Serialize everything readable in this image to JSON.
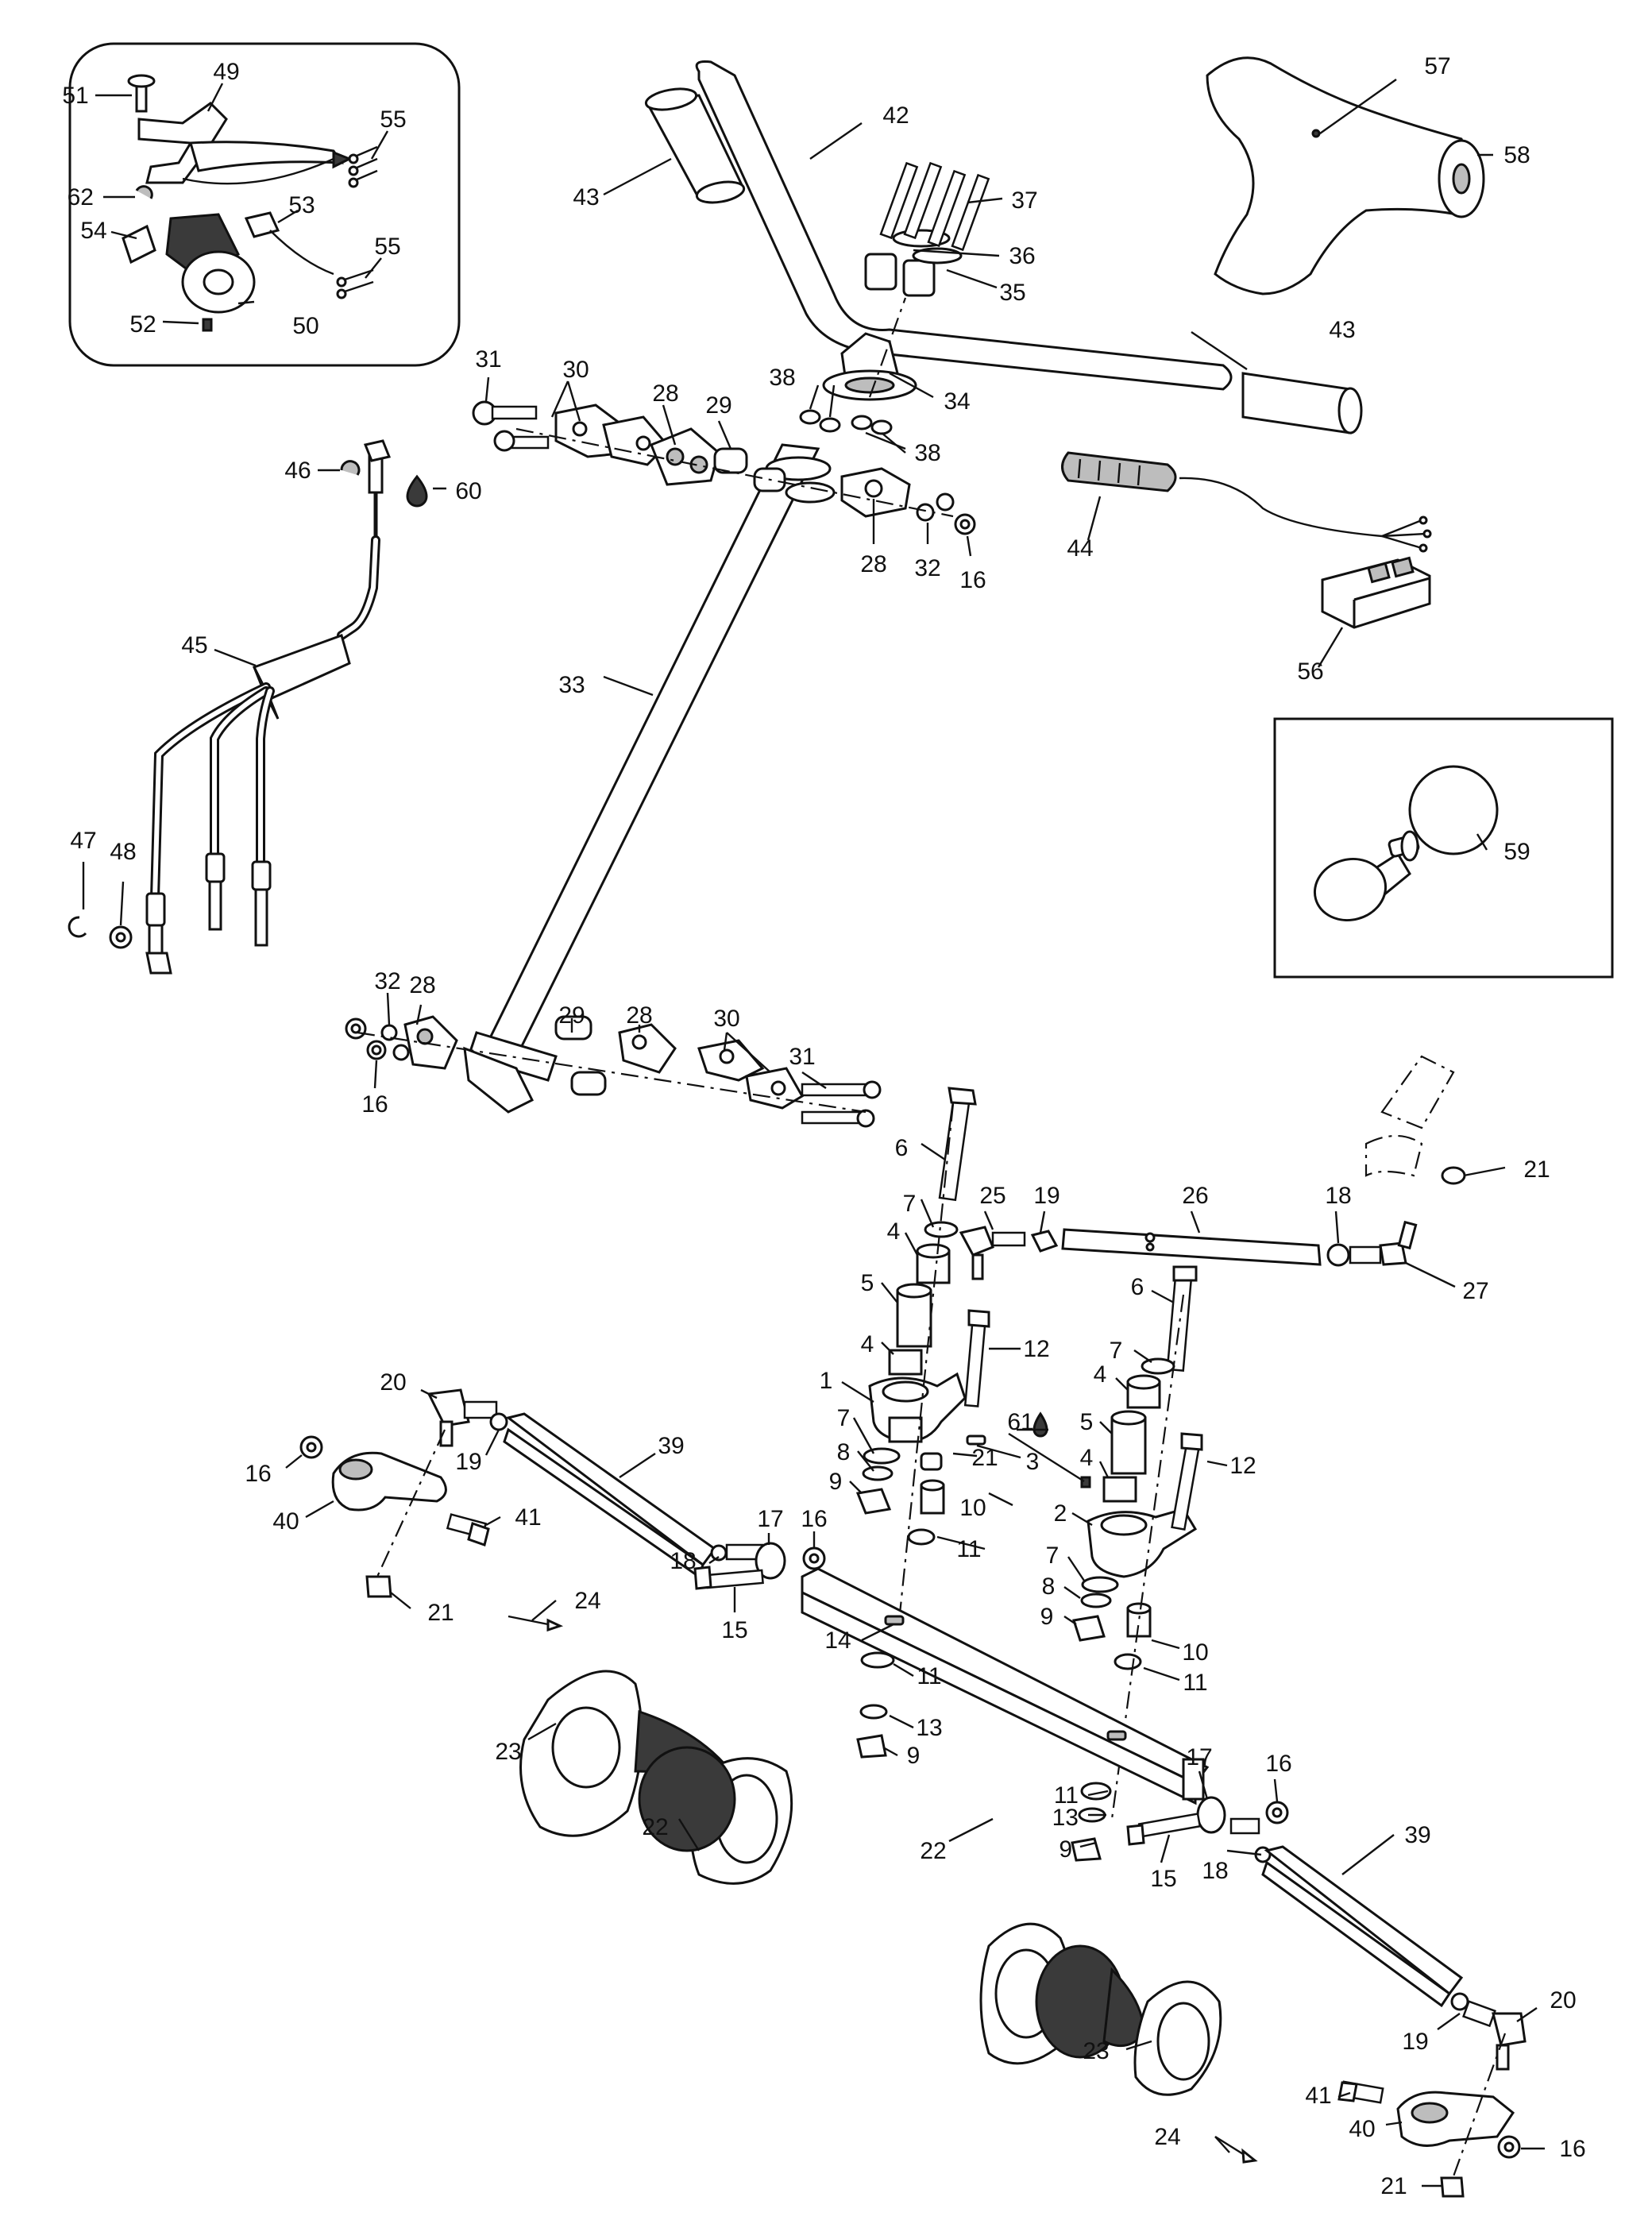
{
  "diagram": {
    "type": "exploded-parts-view",
    "callouts": {
      "c1": "1",
      "c2": "2",
      "c3": "3",
      "c4a": "4",
      "c4b": "4",
      "c4c": "4",
      "c4d": "4",
      "c5a": "5",
      "c5b": "5",
      "c6a": "6",
      "c6b": "6",
      "c7a": "7",
      "c7b": "7",
      "c7c": "7",
      "c7d": "7",
      "c8a": "8",
      "c8b": "8",
      "c9a": "9",
      "c9b": "9",
      "c9c": "9",
      "c9d": "9",
      "c10a": "10",
      "c10b": "10",
      "c11a": "11",
      "c11b": "11",
      "c11c": "11",
      "c11d": "11",
      "c12a": "12",
      "c12b": "12",
      "c13a": "13",
      "c13b": "13",
      "c14": "14",
      "c15a": "15",
      "c15b": "15",
      "c16a": "16",
      "c16b": "16",
      "c16c": "16",
      "c16d": "16",
      "c16e": "16",
      "c16f": "16",
      "c17a": "17",
      "c17b": "17",
      "c18a": "18",
      "c18b": "18",
      "c18c": "18",
      "c19a": "19",
      "c19b": "19",
      "c19c": "19",
      "c20a": "20",
      "c20b": "20",
      "c21a": "21",
      "c21b": "21",
      "c21c": "21",
      "c21d": "21",
      "c22a": "22",
      "c22b": "22",
      "c23a": "23",
      "c23b": "23",
      "c24a": "24",
      "c24b": "24",
      "c25": "25",
      "c26": "26",
      "c27": "27",
      "c28a": "28",
      "c28b": "28",
      "c28c": "28",
      "c28d": "28",
      "c29a": "29",
      "c29b": "29",
      "c30a": "30",
      "c30b": "30",
      "c31a": "31",
      "c31b": "31",
      "c32a": "32",
      "c32b": "32",
      "c33": "33",
      "c34": "34",
      "c35": "35",
      "c36": "36",
      "c37": "37",
      "c38a": "38",
      "c38b": "38",
      "c39a": "39",
      "c39b": "39",
      "c40a": "40",
      "c40b": "40",
      "c41a": "41",
      "c41b": "41",
      "c42": "42",
      "c43a": "43",
      "c43b": "43",
      "c44": "44",
      "c45": "45",
      "c46": "46",
      "c47": "47",
      "c48": "48",
      "c49": "49",
      "c50": "50",
      "c51": "51",
      "c52": "52",
      "c53": "53",
      "c54": "54",
      "c55a": "55",
      "c55b": "55",
      "c56": "56",
      "c57": "57",
      "c58": "58",
      "c59": "59",
      "c60": "60",
      "c61": "61",
      "c62": "62"
    }
  }
}
